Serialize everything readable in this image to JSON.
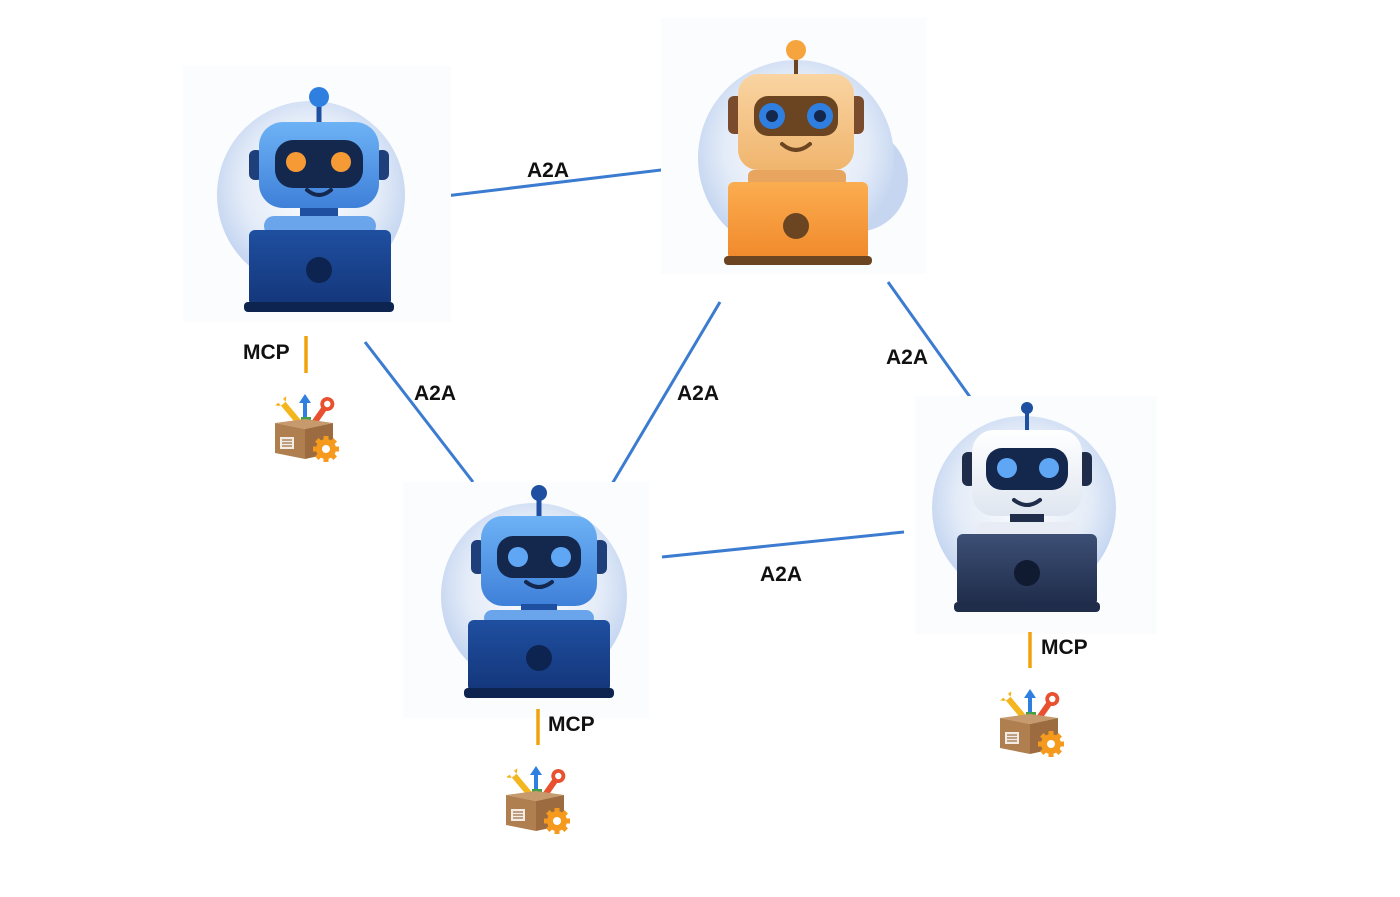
{
  "diagram": {
    "agents": [
      {
        "name": "agent-top-left",
        "theme": "blue",
        "eye_color": "#f59a35"
      },
      {
        "name": "agent-top-center",
        "theme": "orange",
        "eye_color": "#2f7fe0"
      },
      {
        "name": "agent-bottom-center",
        "theme": "blue",
        "eye_color": "#5fa7f5"
      },
      {
        "name": "agent-right",
        "theme": "white",
        "eye_color": "#5fa7f5"
      }
    ],
    "connections": [
      {
        "from": "agent-top-left",
        "to": "agent-top-center",
        "label": "A2A"
      },
      {
        "from": "agent-top-left",
        "to": "agent-bottom-center",
        "label": "A2A"
      },
      {
        "from": "agent-top-center",
        "to": "agent-bottom-center",
        "label": "A2A"
      },
      {
        "from": "agent-top-center",
        "to": "agent-right",
        "label": "A2A"
      },
      {
        "from": "agent-bottom-center",
        "to": "agent-right",
        "label": "A2A"
      }
    ],
    "tool_links": [
      {
        "agent": "agent-top-left",
        "label": "MCP"
      },
      {
        "agent": "agent-bottom-center",
        "label": "MCP"
      },
      {
        "agent": "agent-right",
        "label": "MCP"
      }
    ],
    "icons": {
      "robot": "robot-at-laptop-icon",
      "toolbox": "toolbox-icon"
    },
    "colors": {
      "connection_line": "#3b7bd0",
      "mcp_line": "#f2a20f",
      "label_text": "#111111"
    }
  }
}
